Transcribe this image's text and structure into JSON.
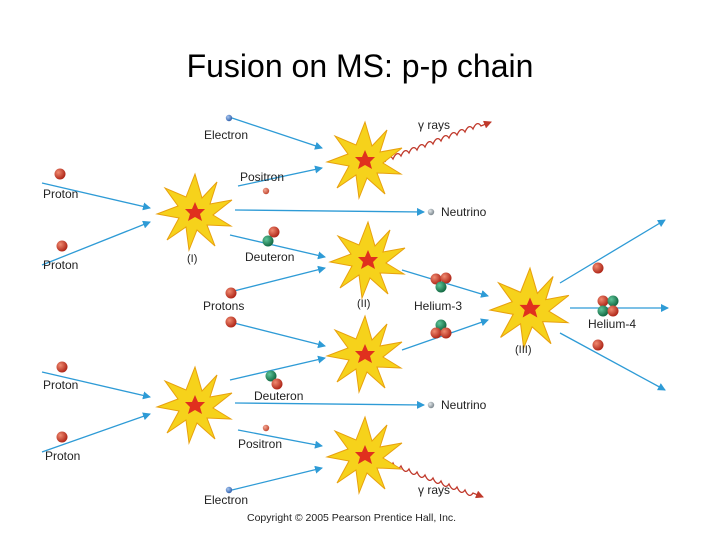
{
  "title": "Fusion on MS: p-p chain",
  "labels": {
    "electron_top": "Electron",
    "gamma_top": "γ rays",
    "positron_top": "Positron",
    "proton_1": "Proton",
    "proton_2": "Proton",
    "neutrino_top": "Neutrino",
    "stage_1": "(I)",
    "deuteron_top": "Deuteron",
    "protons": "Protons",
    "stage_2": "(II)",
    "helium3": "Helium-3",
    "stage_3": "(III)",
    "helium4": "Helium-4",
    "proton_3": "Proton",
    "proton_4": "Proton",
    "deuteron_bottom": "Deuteron",
    "neutrino_bottom": "Neutrino",
    "positron_bottom": "Positron",
    "gamma_bottom": "γ rays",
    "electron_bottom": "Electron",
    "copyright": "Copyright © 2005 Pearson Prentice Hall, Inc."
  },
  "colors": {
    "arrow": "#2e9bd6",
    "proton": "#c0392b",
    "neutron": "#1e8a5a",
    "electron": "#4a7fc9",
    "positron": "#d9614a",
    "neutrino": "#9aa5ad",
    "burst": "#f6d21b",
    "burst_core": "#e0301e",
    "gamma": "#c0392b"
  },
  "icons": [
    "proton-particle",
    "neutron-particle",
    "electron-particle",
    "positron-particle",
    "neutrino-particle",
    "fusion-burst",
    "gamma-ray-wave"
  ]
}
